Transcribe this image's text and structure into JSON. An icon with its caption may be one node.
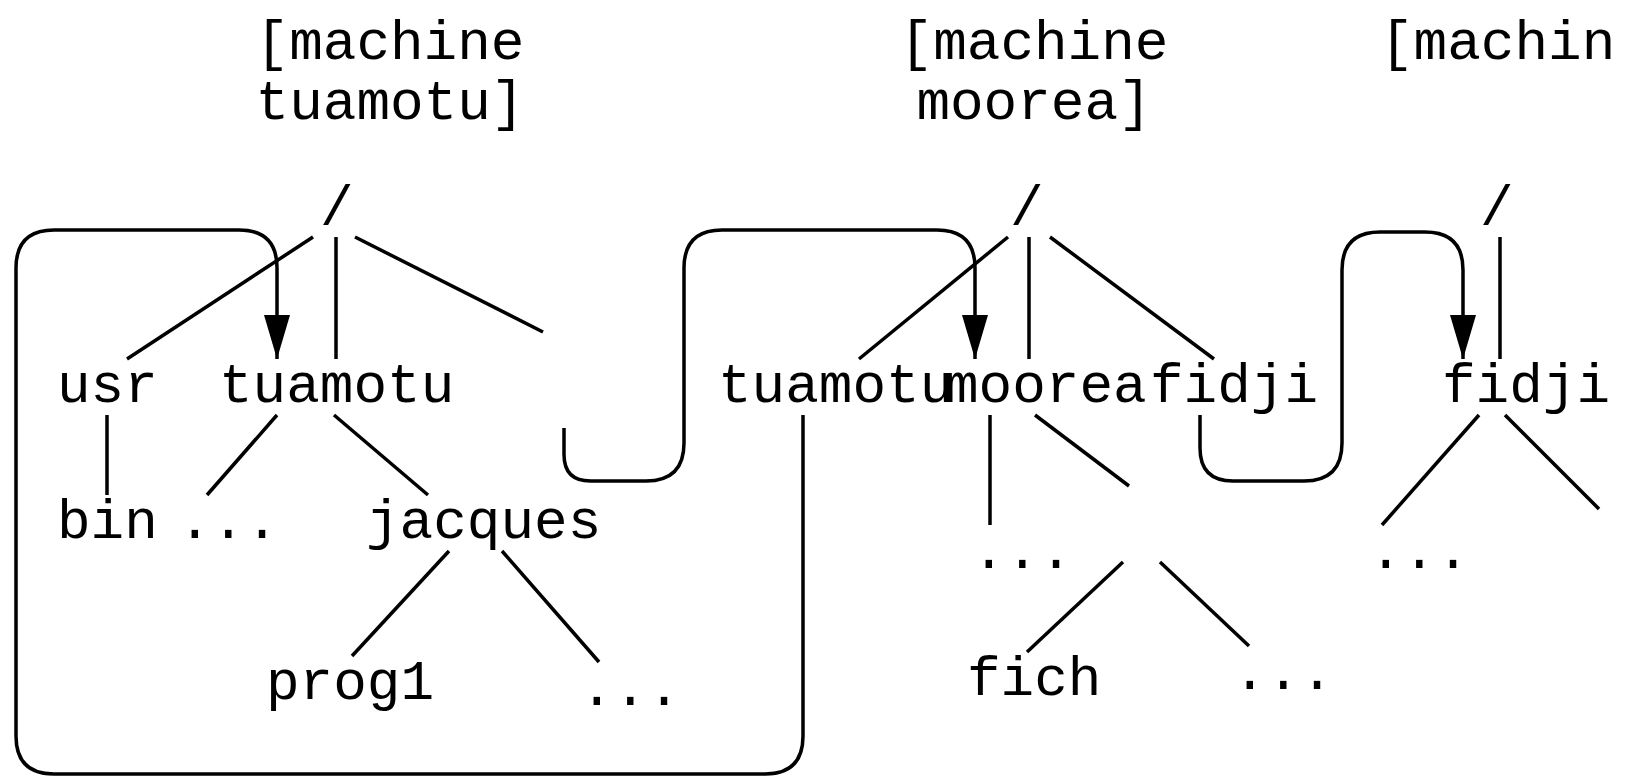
{
  "diagram": {
    "nodes": [
      {
        "text": [
          "/"
        ]
      },
      {
        "text": [
          "usr"
        ]
      },
      {
        "text": [
          "tuamotu"
        ]
      },
      {
        "text": [
          "bin"
        ]
      },
      {
        "text": [
          "..."
        ]
      },
      {
        "text": [
          "jacques"
        ]
      },
      {
        "text": [
          "prog1"
        ]
      },
      {
        "text": [
          "..."
        ]
      },
      {
        "text": [
          "/"
        ]
      },
      {
        "text": [
          "tuamotu"
        ]
      },
      {
        "text": [
          "moorea"
        ]
      },
      {
        "text": [
          "fidji"
        ]
      },
      {
        "text": [
          "..."
        ]
      },
      {
        "text": [
          "fich"
        ]
      },
      {
        "text": [
          "..."
        ]
      },
      {
        "text": [
          "/"
        ]
      },
      {
        "text": [
          "fidji"
        ]
      },
      {
        "text": [
          "..."
        ]
      }
    ],
    "edges": [
      {
        "from": 0,
        "to": 1,
        "arrow": "none"
      },
      {
        "from": 0,
        "to": 2,
        "arrow": "none"
      },
      {
        "from": 0,
        "to": null,
        "arrow": "none"
      },
      {
        "from": 1,
        "to": 3,
        "arrow": "none"
      },
      {
        "from": 2,
        "to": 4,
        "arrow": "none"
      },
      {
        "from": 2,
        "to": 5,
        "arrow": "none"
      },
      {
        "from": 5,
        "to": 6,
        "arrow": "none"
      },
      {
        "from": 5,
        "to": 7,
        "arrow": "none"
      },
      {
        "from": 8,
        "to": 9,
        "arrow": "none"
      },
      {
        "from": 8,
        "to": 10,
        "arrow": "none"
      },
      {
        "from": 8,
        "to": 11,
        "arrow": "none"
      },
      {
        "from": 10,
        "to": 12,
        "arrow": "none"
      },
      {
        "from": 10,
        "to": null,
        "arrow": "none"
      },
      {
        "from": null,
        "to": 13,
        "arrow": "none"
      },
      {
        "from": null,
        "to": 14,
        "arrow": "none"
      },
      {
        "from": 15,
        "to": 16,
        "arrow": "none"
      },
      {
        "from": 16,
        "to": 17,
        "arrow": "none"
      },
      {
        "from": 16,
        "to": null,
        "arrow": "none"
      },
      {
        "from": 9,
        "to": 2,
        "arrow": "to"
      },
      {
        "from": null,
        "to": 10,
        "arrow": "to"
      },
      {
        "from": 11,
        "to": 16,
        "arrow": "to"
      }
    ],
    "labels": [
      "[machine tuamotu]",
      "[machine moorea]",
      "[machin"
    ]
  }
}
